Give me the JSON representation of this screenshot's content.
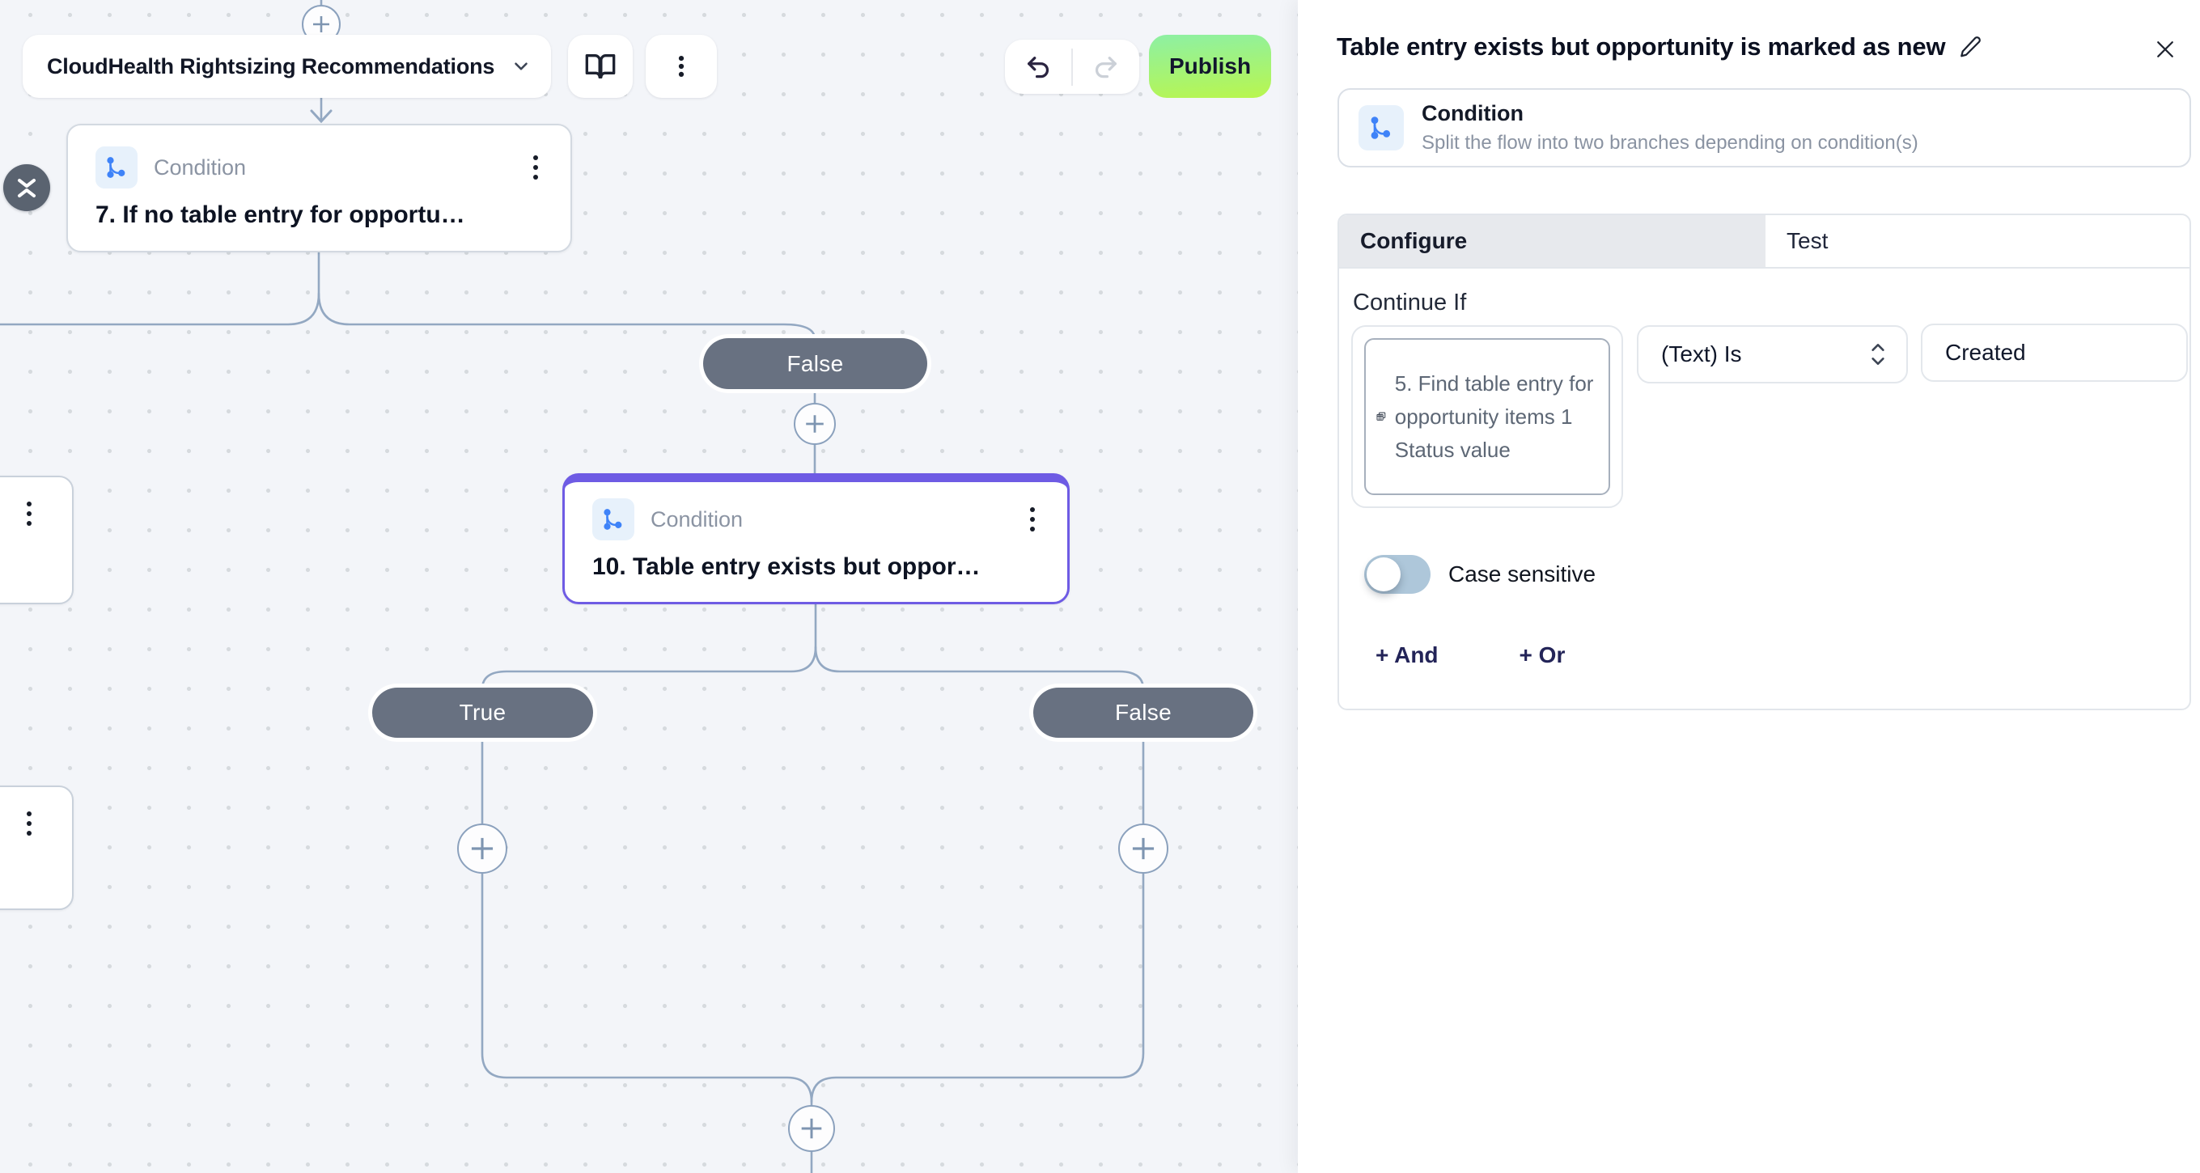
{
  "header": {
    "flow_name": "CloudHealth Rightsizing Recommendations",
    "publish_label": "Publish"
  },
  "canvas": {
    "nodes": [
      {
        "id": "7",
        "type_label": "Condition",
        "title": "7. If no table entry for opportu…"
      },
      {
        "id": "10",
        "type_label": "Condition",
        "title": "10. Table entry exists but oppor…",
        "selected": true
      }
    ],
    "branch_labels": {
      "false_top": "False",
      "true_left": "True",
      "false_right": "False"
    }
  },
  "panel": {
    "title": "Table entry exists but opportunity is marked as new",
    "step": {
      "type_label": "Condition",
      "description": "Split the flow into two branches depending on condition(s)"
    },
    "tabs": [
      {
        "label": "Configure",
        "active": true
      },
      {
        "label": "Test",
        "active": false
      }
    ],
    "section_label": "Continue If",
    "condition": {
      "left_value": "5. Find table entry for opportunity items 1 Status value",
      "operator": "(Text) Is",
      "right_value": "Created",
      "case_sensitive_label": "Case sensitive",
      "case_sensitive": false
    },
    "add_and_label": "+ And",
    "add_or_label": "+ Or"
  }
}
